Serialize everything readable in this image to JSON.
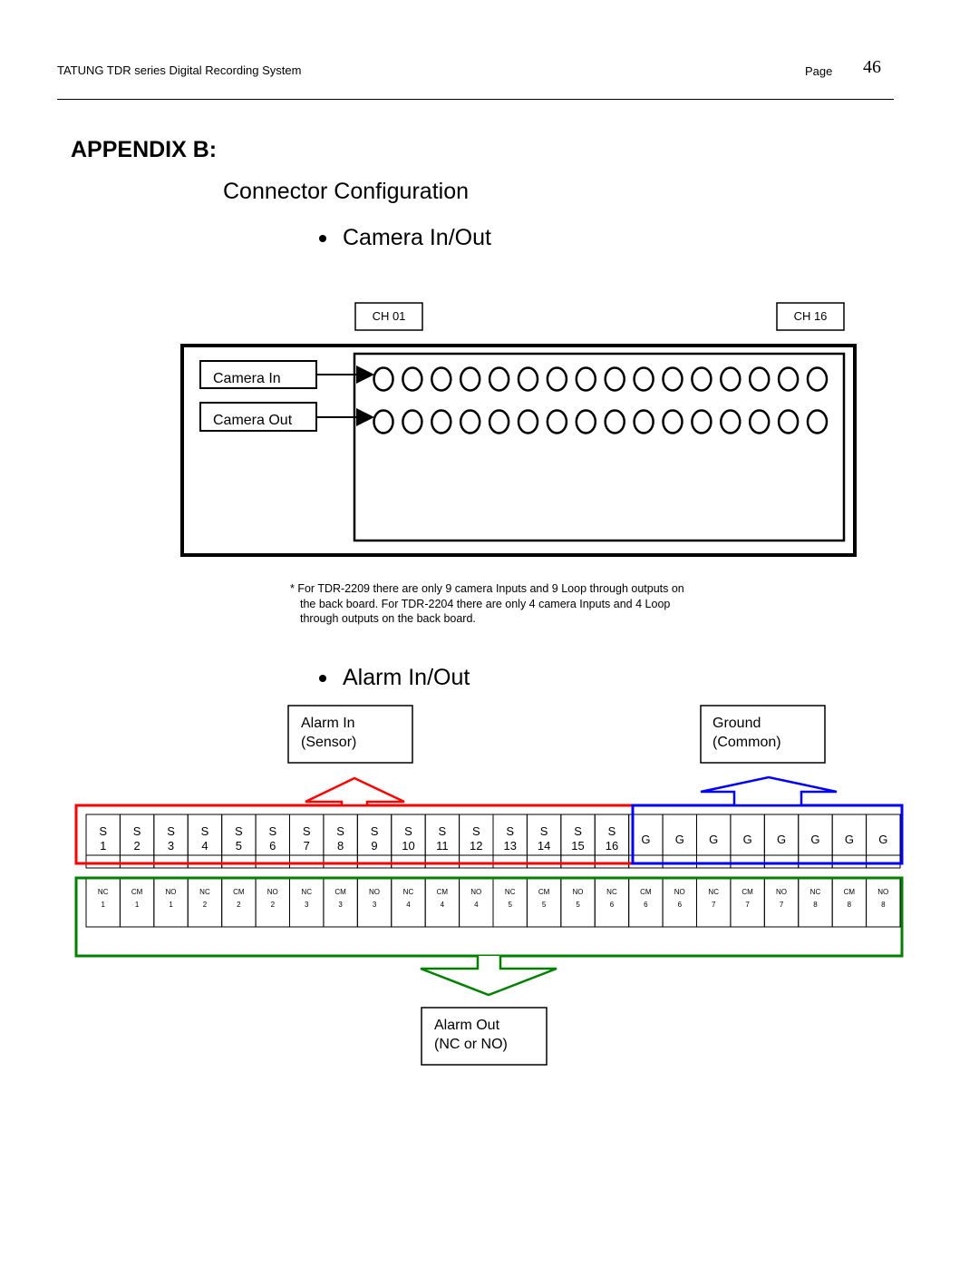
{
  "header": {
    "title": "TATUNG TDR series Digital Recording System",
    "page_label": "Page",
    "page_number": "46"
  },
  "appendix_title": "APPENDIX B:",
  "section_title": "Connector Configuration",
  "camera": {
    "heading": "Camera In/Out",
    "ch_first": "CH 01",
    "ch_last": "CH 16",
    "in_label": "Camera  In",
    "out_label": "Camera  Out",
    "connectors_per_row": 16
  },
  "note": {
    "line1": "* For TDR-2209 there are only 9 camera Inputs and 9 Loop through outputs on",
    "line2": "the back board.  For TDR-2204 there are only 4 camera Inputs and 4 Loop",
    "line3": "through outputs on the back board."
  },
  "alarm": {
    "heading": "Alarm In/Out",
    "in_label_1": "Alarm In",
    "in_label_2": "(Sensor)",
    "ground_label_1": "Ground",
    "ground_label_2": "(Common)",
    "out_label_1": "Alarm Out",
    "out_label_2": "(NC or NO)",
    "sensor_top": [
      "S",
      "S",
      "S",
      "S",
      "S",
      "S",
      "S",
      "S",
      "S",
      "S",
      "S",
      "S",
      "S",
      "S",
      "S",
      "S"
    ],
    "sensor_num": [
      "1",
      "2",
      "3",
      "4",
      "5",
      "6",
      "7",
      "8",
      "9",
      "10",
      "11",
      "12",
      "13",
      "14",
      "15",
      "16"
    ],
    "ground": [
      "G",
      "G",
      "G",
      "G",
      "G",
      "G",
      "G",
      "G"
    ],
    "relay_type": [
      "NC",
      "CM",
      "NO",
      "NC",
      "CM",
      "NO",
      "NC",
      "CM",
      "NO",
      "NC",
      "CM",
      "NO",
      "NC",
      "CM",
      "NO",
      "NC",
      "CM",
      "NO",
      "NC",
      "CM",
      "NO",
      "NC",
      "CM",
      "NO"
    ],
    "relay_num": [
      "1",
      "1",
      "1",
      "2",
      "2",
      "2",
      "3",
      "3",
      "3",
      "4",
      "4",
      "4",
      "5",
      "5",
      "5",
      "6",
      "6",
      "6",
      "7",
      "7",
      "7",
      "8",
      "8",
      "8"
    ],
    "colors": {
      "sensor_box": "#ff0000",
      "ground_box": "#0000ff",
      "relay_box": "#008000"
    }
  }
}
